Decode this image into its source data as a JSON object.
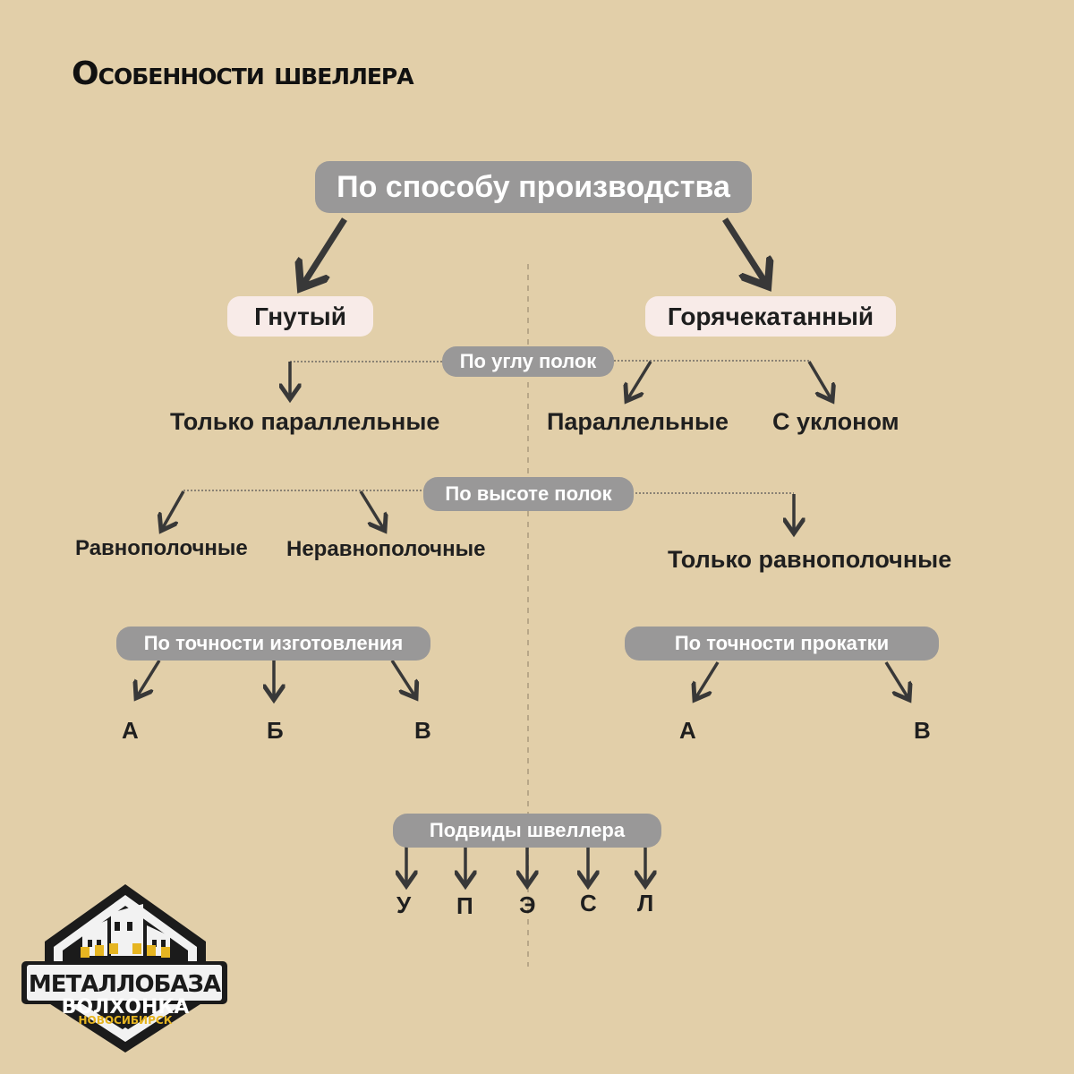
{
  "title": "Особенности швеллера",
  "root": "По способу производства",
  "branches": {
    "left": "Гнутый",
    "right": "Горячекатанный"
  },
  "flange_angle": {
    "label": "По углу полок",
    "left": [
      "Только параллельные"
    ],
    "right": [
      "Параллельные",
      "С уклоном"
    ]
  },
  "flange_height": {
    "label": "По высоте полок",
    "left": [
      "Равнополочные",
      "Неравнополочные"
    ],
    "right": [
      "Только равнополочные"
    ]
  },
  "precision": {
    "left_label": "По точности изготовления",
    "left": [
      "А",
      "Б",
      "В"
    ],
    "right_label": "По точности прокатки",
    "right": [
      "А",
      "В"
    ]
  },
  "subtypes": {
    "label": "Подвиды  швеллера",
    "items": [
      "У",
      "П",
      "Э",
      "С",
      "Л"
    ]
  },
  "logo": {
    "line1": "МЕТАЛЛОБАЗА",
    "line2": "ВОЛХОНКА",
    "line3": "НОВОСИБИРСК"
  },
  "colors": {
    "background": "#e2cfa9",
    "pill_gray": "#999898",
    "pill_light": "#f8ebe8",
    "arrow": "#383838",
    "logo_yellow": "#e6b521"
  }
}
